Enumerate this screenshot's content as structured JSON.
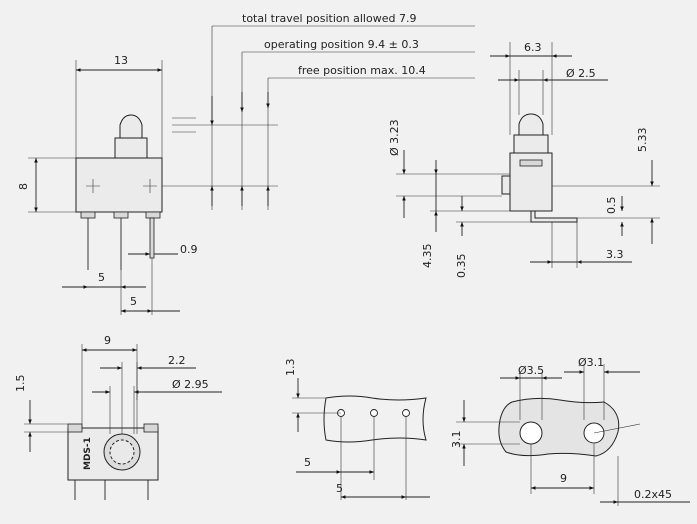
{
  "annotations": {
    "total_travel": "total travel position allowed 7.9",
    "operating": "operating position 9.4 ± 0.3",
    "free": "free position max. 10.4"
  },
  "front_view": {
    "width": "13",
    "height": "8",
    "pin_offset": "0.9",
    "pitch_a": "5",
    "pitch_b": "5"
  },
  "side_view": {
    "width": "6.3",
    "plunger_dia": "Ø 2.5",
    "body_dia": "Ø 3.23",
    "height": "5.33",
    "dim_4_35": "4.35",
    "dim_0_35": "0.35",
    "dim_0_5": "0.5",
    "dim_3_3": "3.3"
  },
  "bottom_view": {
    "pitch": "9",
    "offset": "2.2",
    "hole_dia": "Ø 2.95",
    "edge": "1.5",
    "marking": "MDS-1"
  },
  "pcb_layout": {
    "edge": "1.3",
    "pitch_a": "5",
    "pitch_b": "5"
  },
  "mount_plate": {
    "hole_a": "Ø3.5",
    "hole_b": "Ø3.1",
    "height": "3.1",
    "pitch": "9",
    "chamfer": "0.2x45"
  }
}
